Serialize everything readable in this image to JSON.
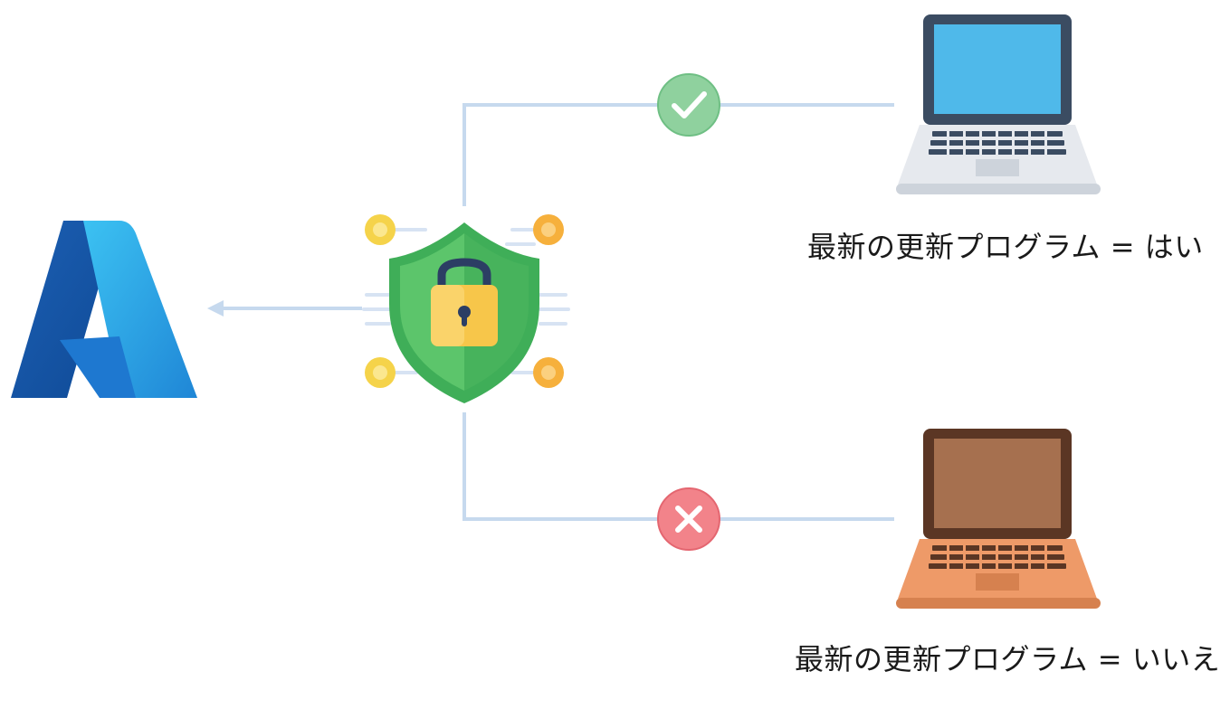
{
  "diagram": {
    "compliant_device": {
      "label": "最新の更新プログラム = はい",
      "status_icon": "check-icon",
      "status_color": "#8fd19e",
      "screen_color": "#4fb9ea",
      "body_color": "#e6e9ee"
    },
    "noncompliant_device": {
      "label": "最新の更新プログラム = いいえ",
      "status_icon": "close-icon",
      "status_color": "#f2838a",
      "screen_color": "#a6704f",
      "body_color": "#ee9a68"
    },
    "gateway_icon": "security-shield-lock-icon",
    "destination_icon": "azure-logo",
    "connector_color": "#c6d9ee"
  }
}
